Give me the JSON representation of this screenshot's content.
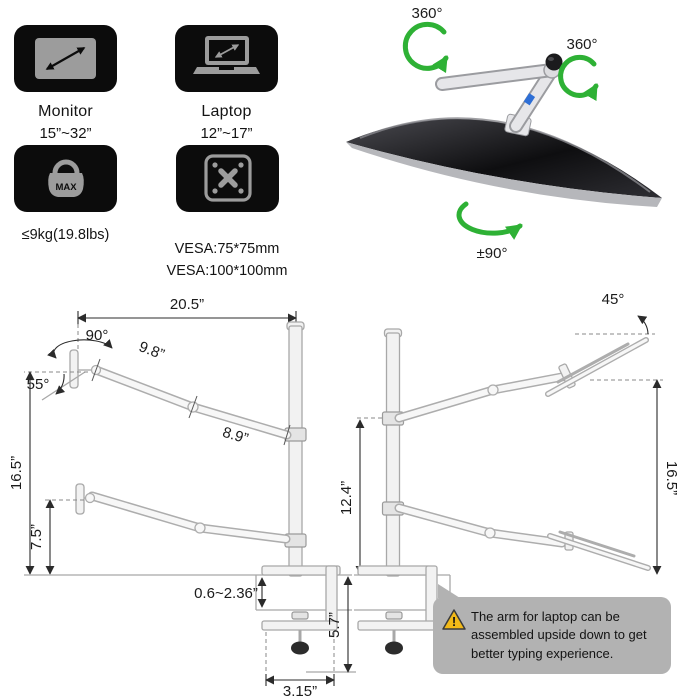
{
  "specs": {
    "monitor": {
      "title": "Monitor",
      "range": "15”~32”"
    },
    "laptop": {
      "title": "Laptop",
      "range": "12”~17”"
    },
    "weight": {
      "badge_text": "MAX",
      "label": "≤9kg(19.8lbs)"
    },
    "vesa": {
      "line1": "VESA:75*75mm",
      "line2": "VESA:100*100mm"
    }
  },
  "rotation": {
    "swivel_top": "360°",
    "swivel_arm": "360°",
    "rotate_screen": "±90°"
  },
  "left_diagram": {
    "arm_reach": "20.5”",
    "upper_arm": "9.8”",
    "forearm": "8.9”",
    "mount_swivel": "90°",
    "mount_tilt": "55°",
    "pole_height": "16.5”",
    "lower_arm_height": "7.5”",
    "desk_thickness": "0.6~2.36”",
    "clamp_depth": "5.7”",
    "clamp_width": "3.15”"
  },
  "right_diagram": {
    "tray_tilt": "45°",
    "arm_to_desk": "12.4”",
    "total_height": "16.5”"
  },
  "note": {
    "icon": "!",
    "text": "The arm for laptop can be assembled upside down to get better typing experience."
  },
  "colors": {
    "accent_green": "#2eb135",
    "warning_yellow": "#f2b918",
    "badge_black": "#0c0c0c",
    "icon_gray": "#9c9c9c",
    "callout_gray": "#b2b2b2"
  }
}
